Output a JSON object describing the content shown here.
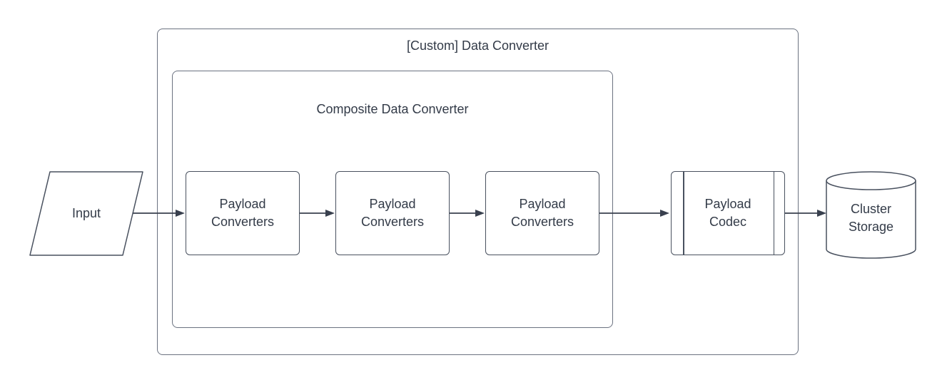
{
  "diagram": {
    "outer_container": {
      "title": "[Custom] Data Converter"
    },
    "inner_container": {
      "title": "Composite Data Converter"
    },
    "nodes": {
      "input": {
        "label": "Input",
        "shape": "parallelogram"
      },
      "payload_converters_1": {
        "label": "Payload Converters",
        "shape": "rounded-rectangle"
      },
      "payload_converters_2": {
        "label": "Payload Converters",
        "shape": "rounded-rectangle"
      },
      "payload_converters_3": {
        "label": "Payload Converters",
        "shape": "rounded-rectangle"
      },
      "payload_codec": {
        "label": "Payload Codec",
        "shape": "predefined-process"
      },
      "cluster_storage": {
        "label": "Cluster Storage",
        "shape": "cylinder"
      }
    },
    "edges": [
      {
        "from": "input",
        "to": "payload_converters_1"
      },
      {
        "from": "payload_converters_1",
        "to": "payload_converters_2"
      },
      {
        "from": "payload_converters_2",
        "to": "payload_converters_3"
      },
      {
        "from": "payload_converters_3",
        "to": "payload_codec"
      },
      {
        "from": "payload_codec",
        "to": "cluster_storage"
      }
    ],
    "colors": {
      "background": "#ffffff",
      "container_stroke": "#6b7280",
      "shape_stroke": "#49515f",
      "text": "#333b48",
      "arrow": "#39404e"
    }
  }
}
